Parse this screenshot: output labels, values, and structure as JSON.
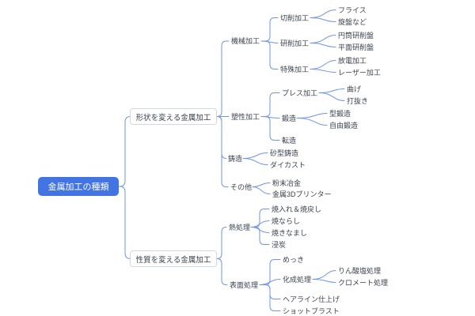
{
  "colors": {
    "root_bg": "#4374e4",
    "root_text": "#ffffff",
    "branch_border": "#d2d8e0",
    "text": "#3c4250",
    "line": "#6f94ea",
    "canvas_bg": "#ffffff"
  },
  "root": {
    "label": "金属加工の種類"
  },
  "branches": [
    {
      "label": "形状を変える金属加工",
      "children": [
        {
          "label": "機械加工",
          "children": [
            {
              "label": "切削加工",
              "children": [
                {
                  "label": "フライス"
                },
                {
                  "label": "旋盤など"
                }
              ]
            },
            {
              "label": "研削加工",
              "children": [
                {
                  "label": "円筒研削盤"
                },
                {
                  "label": "平面研削盤"
                }
              ]
            },
            {
              "label": "特殊加工",
              "children": [
                {
                  "label": "放電加工"
                },
                {
                  "label": "レーザー加工"
                }
              ]
            }
          ]
        },
        {
          "label": "塑性加工",
          "children": [
            {
              "label": "プレス加工",
              "children": [
                {
                  "label": "曲げ"
                },
                {
                  "label": "打抜き"
                }
              ]
            },
            {
              "label": "鍛造",
              "children": [
                {
                  "label": "型鍛造"
                },
                {
                  "label": "自由鍛造"
                }
              ]
            },
            {
              "label": "転造"
            }
          ]
        },
        {
          "label": "鋳造",
          "children": [
            {
              "label": "砂型鋳造"
            },
            {
              "label": "ダイカスト"
            }
          ]
        },
        {
          "label": "その他",
          "children": [
            {
              "label": "粉末冶金"
            },
            {
              "label": "金属3Dプリンター"
            }
          ]
        }
      ]
    },
    {
      "label": "性質を変える金属加工",
      "children": [
        {
          "label": "熱処理",
          "children": [
            {
              "label": "焼入れ＆焼戻し"
            },
            {
              "label": "焼ならし"
            },
            {
              "label": "焼きなまし"
            },
            {
              "label": "浸炭"
            }
          ]
        },
        {
          "label": "表面処理",
          "children": [
            {
              "label": "めっき"
            },
            {
              "label": "化成処理",
              "children": [
                {
                  "label": "りん酸塩処理"
                },
                {
                  "label": "クロメート処理"
                }
              ]
            },
            {
              "label": "ヘアライン仕上げ"
            },
            {
              "label": "ショットブラスト"
            }
          ]
        }
      ]
    }
  ]
}
